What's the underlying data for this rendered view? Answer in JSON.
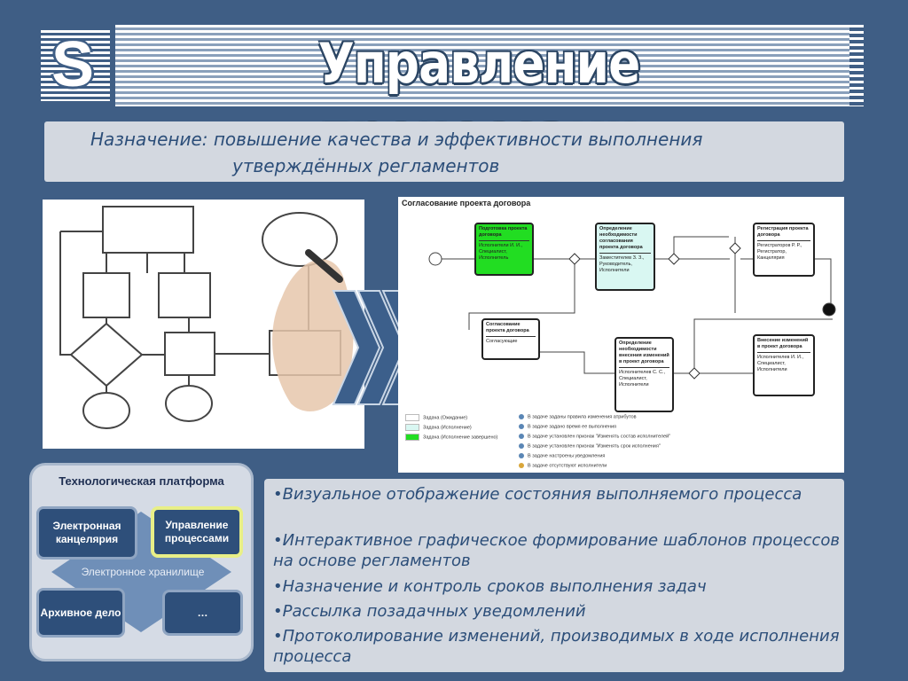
{
  "header": {
    "logo_letter": "S",
    "title": "Управление процессами"
  },
  "purpose": {
    "line1": "Назначение: повышение качества и эффективности выполнения",
    "line2": "утверждённых регламентов"
  },
  "diagram": {
    "title": "Согласование проекта договора",
    "nodes": [
      {
        "title": "Подготовка проекта договора",
        "body": "Исполнители И. И., Специалист, Исполнитель",
        "state": "done"
      },
      {
        "title": "Определение необходимости согласования проекта договора",
        "body": "Заместителев З. З., Руководитель, Исполнители",
        "state": "active"
      },
      {
        "title": "Регистрация проекта договора",
        "body": "Регистраторов Р. Р., Регистратор, Канцелярия",
        "state": "waiting"
      },
      {
        "title": "Согласование проекта договора",
        "body": "Согласующие",
        "state": "waiting"
      },
      {
        "title": "Определение необходимости внесения изменений в проект договора",
        "body": "Исполнителев С. С., Специалист, Исполнители",
        "state": "waiting"
      },
      {
        "title": "Внесение изменений в проект договора",
        "body": "Исполнителев И. И., Специалист, Исполнители",
        "state": "waiting"
      }
    ],
    "legend_states": [
      {
        "label": "Задача (Ожидание)",
        "color": "#ffffff"
      },
      {
        "label": "Задача (Исполнение)",
        "color": "#d9f7f2"
      },
      {
        "label": "Задача (Исполнение завершено)",
        "color": "#22dd22"
      }
    ],
    "legend_icons": [
      "В задаче заданы правила изменения атрибутов",
      "В задаче задано время ее выполнения",
      "В задаче установлен признак \"Изменять состав исполнителей\"",
      "В задаче установлен признак \"Изменять срок исполнения\"",
      "В задаче настроены уведомления",
      "В задаче отсутствуют исполнители"
    ]
  },
  "platform": {
    "title": "Технологическая платформа",
    "office": "Электронная канцелярия",
    "process": "Управление процессами",
    "storage": "Электронное хранилище",
    "archive": "Архивное дело",
    "more": "…"
  },
  "features": [
    "•Визуальное отображение состояния выполняемого процесса",
    "•Интерактивное графическое формирование шаблонов процессов на основе регламентов",
    "•Назначение и контроль сроков выполнения задач",
    "•Рассылка позадачных уведомлений",
    "•Протоколирование изменений, производимых  в ходе исполнения процесса"
  ],
  "colors": {
    "background": "#3f5e85",
    "panel": "#d3d8e0",
    "text_accent": "#2c4e79",
    "highlight": "#e8ef87",
    "done_green": "#22dd22"
  }
}
